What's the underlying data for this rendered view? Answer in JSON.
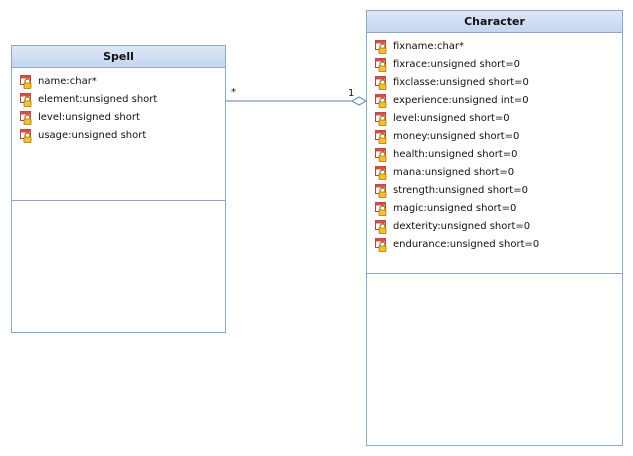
{
  "classes": {
    "spell": {
      "name": "Spell",
      "attributes": [
        "name:char*",
        "element:unsigned short",
        "level:unsigned short",
        "usage:unsigned short"
      ]
    },
    "character": {
      "name": "Character",
      "attributes": [
        "fixname:char*",
        "fixrace:unsigned short=0",
        "fixclasse:unsigned short=0",
        "experience:unsigned int=0",
        "level:unsigned short=0",
        "money:unsigned short=0",
        "health:unsigned short=0",
        "mana:unsigned short=0",
        "strength:unsigned short=0",
        "magic:unsigned short=0",
        "dexterity:unsigned short=0",
        "endurance:unsigned short=0"
      ]
    }
  },
  "association": {
    "source_multiplicity": "*",
    "target_multiplicity": "1",
    "target_end": "aggregation-diamond"
  },
  "icons": {
    "attribute": "private-attribute-lock-icon"
  },
  "colors": {
    "border": "#8fa8c8",
    "header_top": "#dde8f6",
    "header_bottom": "#c4d6ee",
    "line": "#5b7db0"
  }
}
